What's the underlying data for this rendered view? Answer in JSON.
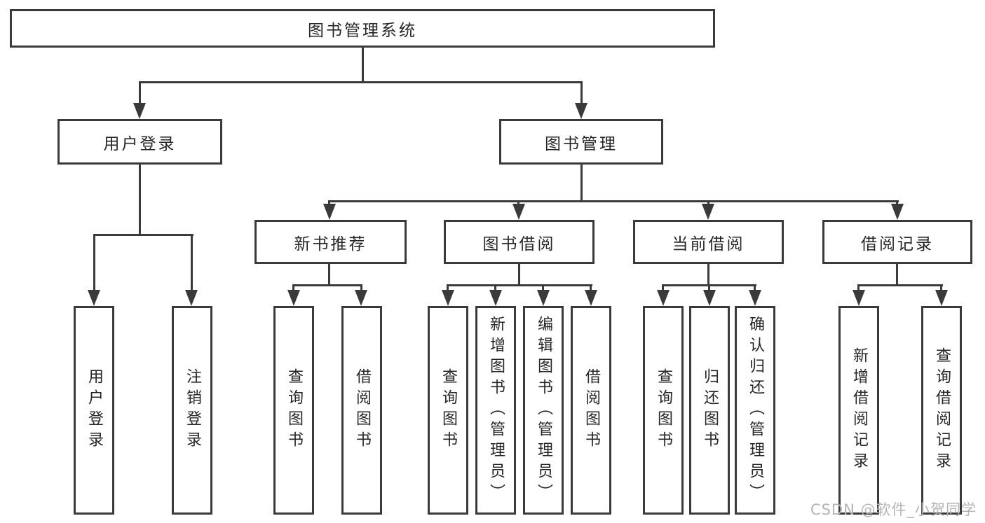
{
  "nodes": {
    "root": "图书管理系统",
    "level2": [
      "用户登录",
      "图书管理"
    ],
    "level3": [
      "新书推荐",
      "图书借阅",
      "当前借阅",
      "借阅记录"
    ],
    "leaves": {
      "user": [
        "用户登录",
        "注销登录"
      ],
      "recommend": [
        "查询图书",
        "借阅图书"
      ],
      "borrow": [
        "查询图书",
        "新增图书（管理员）",
        "编辑图书（管理员）",
        "借阅图书"
      ],
      "current": [
        "查询图书",
        "归还图书",
        "确认归还（管理员）"
      ],
      "records": [
        "新增借阅记录",
        "查询借阅记录"
      ]
    }
  },
  "watermark": "CSDN @软件_小贺同学",
  "colors": {
    "line": "#3a3a3a",
    "text": "#262626",
    "background": "#ffffff",
    "watermark": "#b4b4b4"
  }
}
